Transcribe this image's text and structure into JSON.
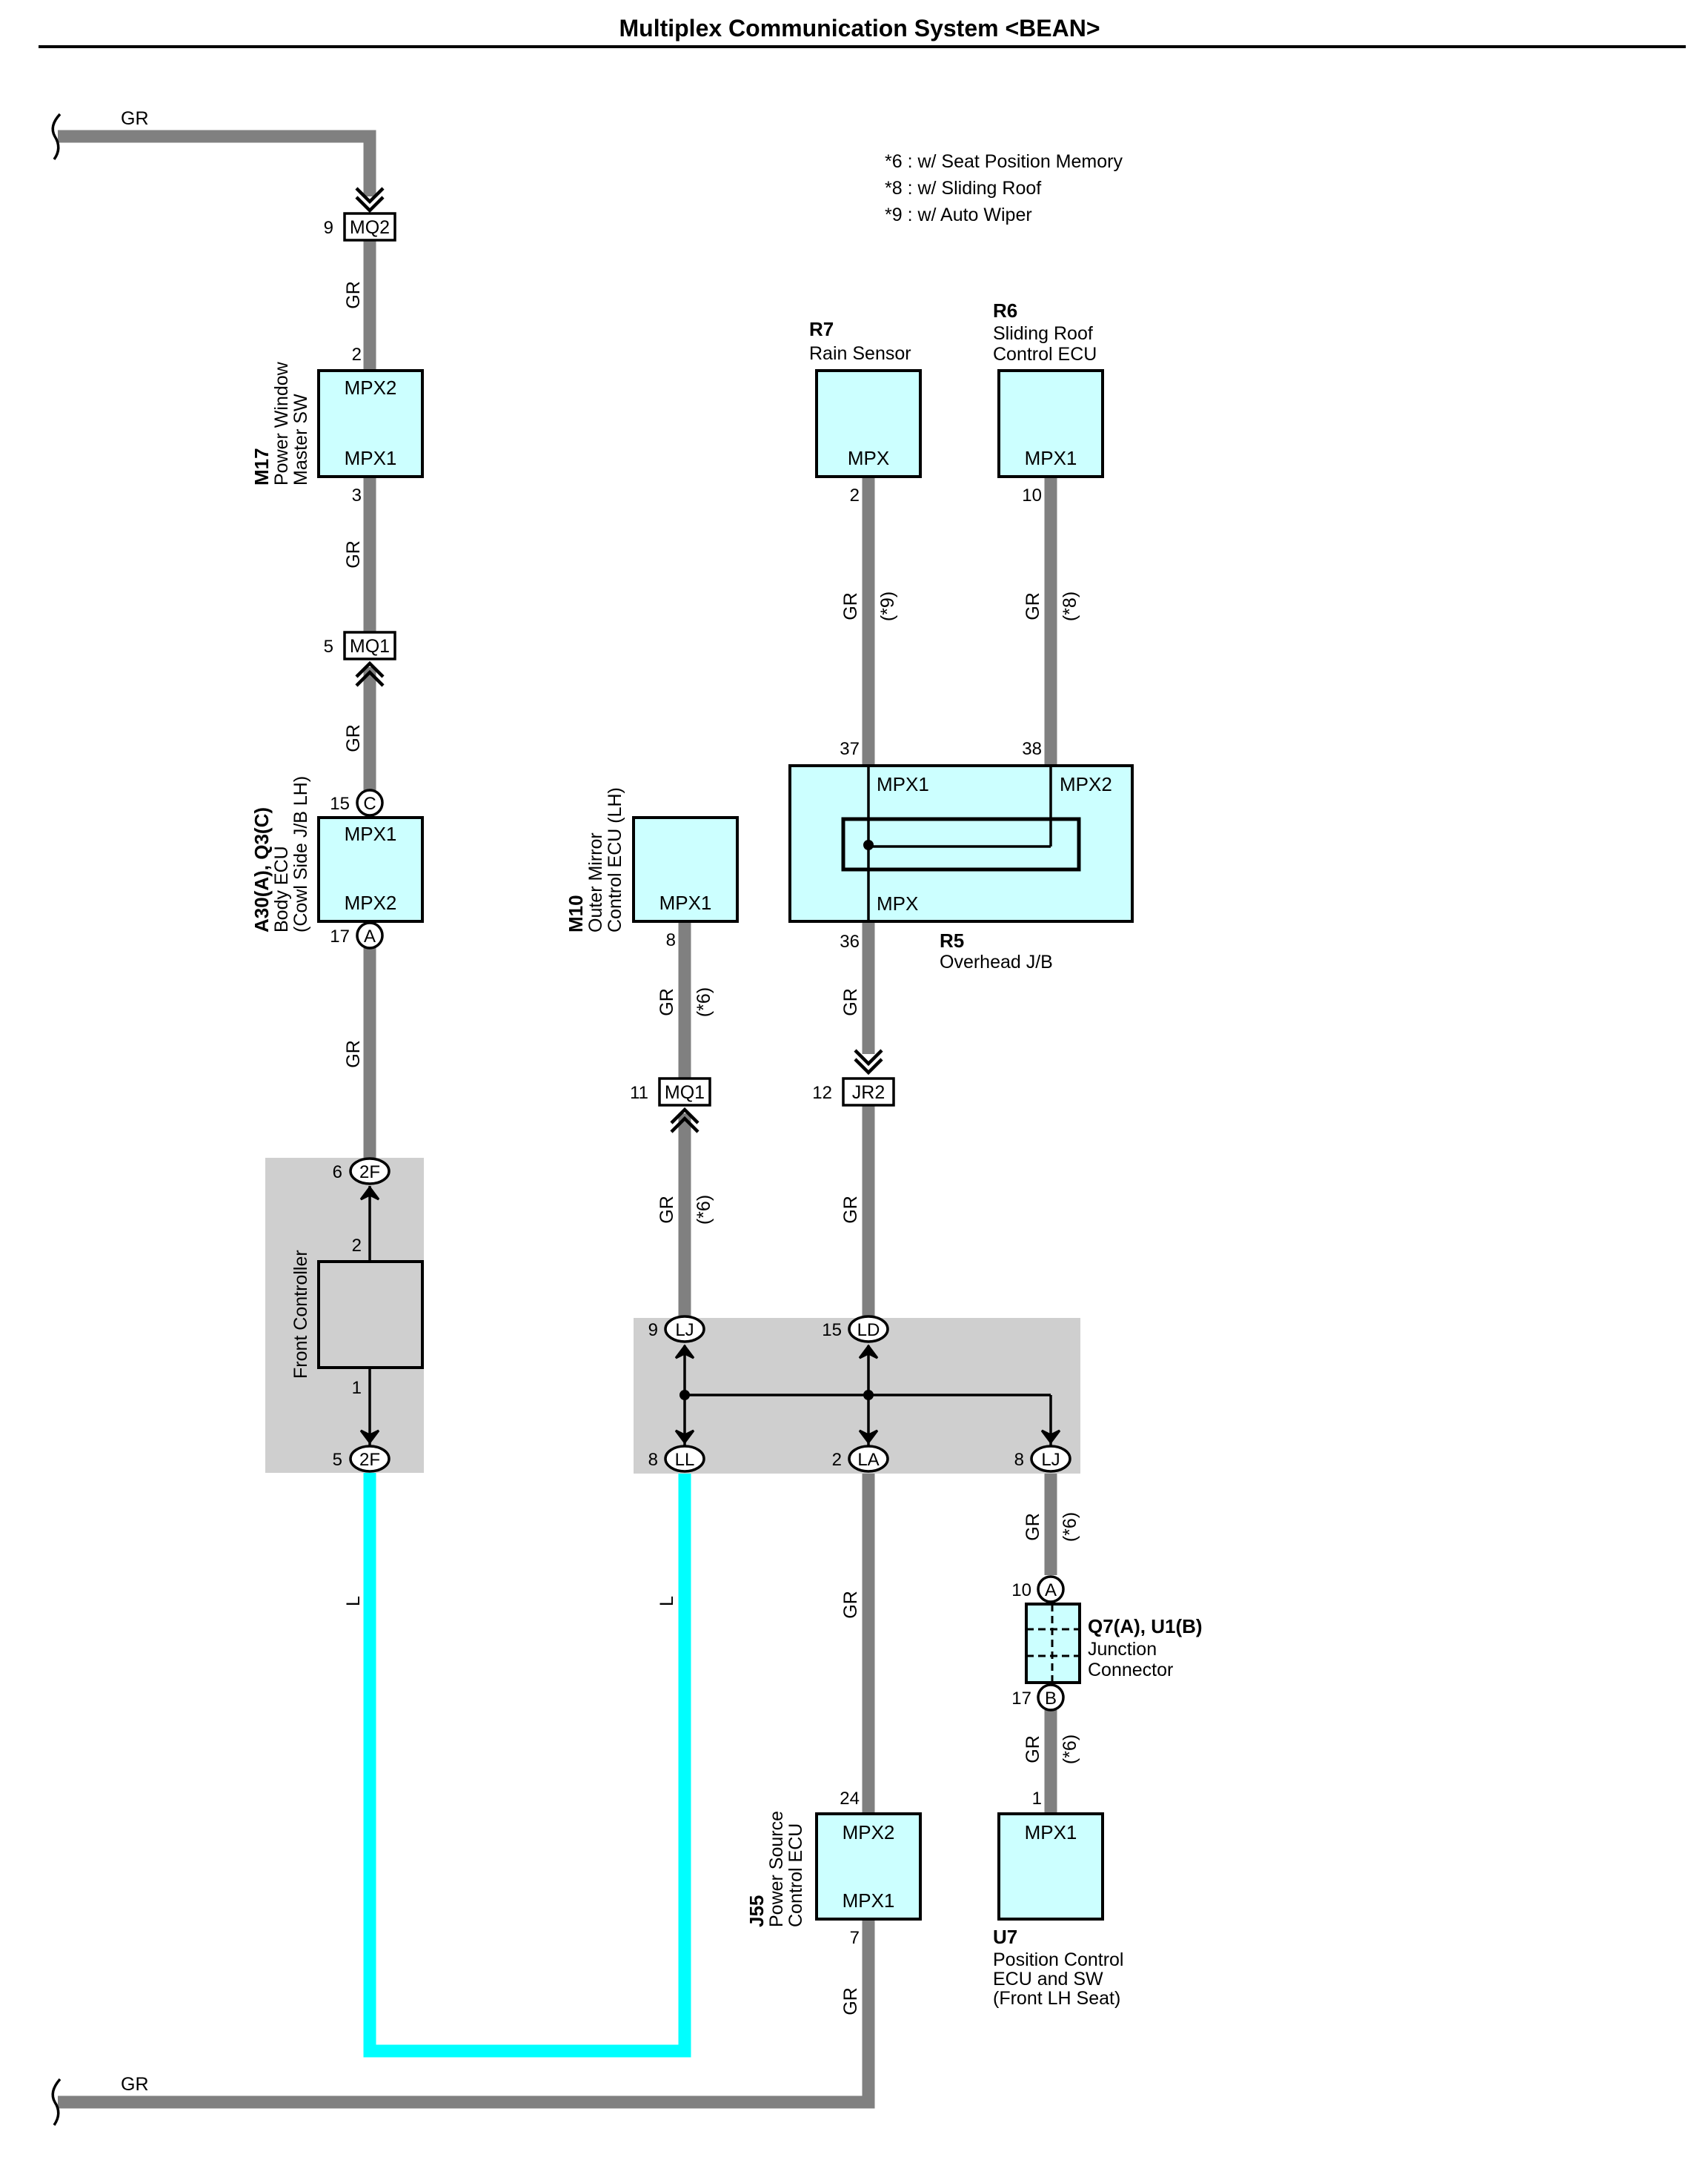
{
  "title": "Multiplex Communication System <BEAN>",
  "notes": [
    "*6 : w/ Seat Position Memory",
    "*8 : w/ Sliding Roof",
    "*9 : w/ Auto Wiper"
  ],
  "colors": {
    "gr_wire": "#808080",
    "l_wire": "#00ffff",
    "ecu_fill": "#ccffff",
    "controller_fill": "#cfcfcf"
  },
  "wire_label_gr": "GR",
  "wire_label_l": "L",
  "opt6": "(*6)",
  "opt8": "(*8)",
  "opt9": "(*9)",
  "components": {
    "m17": {
      "code": "M17",
      "name_1": "Power Window",
      "name_2": "Master SW",
      "pin_top": "2",
      "pin_bottom": "3",
      "port_top": "MPX2",
      "port_bottom": "MPX1"
    },
    "body_ecu": {
      "code": "A30(A), Q3(C)",
      "name_1": "Body ECU",
      "name_2": "(Cowl Side J/B LH)",
      "pin_top": "15",
      "pin_bottom": "17",
      "conn_top": "C",
      "conn_bottom": "A",
      "port_top": "MPX1",
      "port_bottom": "MPX2"
    },
    "front_ctrl": {
      "name": "Front Controller",
      "pin_top": "6",
      "pin_bottom": "5",
      "conn": "2F",
      "inner_top": "2",
      "inner_bottom": "1"
    },
    "m10": {
      "code": "M10",
      "name_1": "Outer Mirror",
      "name_2": "Control ECU (LH)",
      "pin": "8",
      "port": "MPX1"
    },
    "r7": {
      "code": "R7",
      "name": "Rain Sensor",
      "pin": "2",
      "port": "MPX"
    },
    "r6": {
      "code": "R6",
      "name_1": "Sliding Roof",
      "name_2": "Control ECU",
      "pin": "10",
      "port": "MPX1"
    },
    "r5": {
      "code": "R5",
      "name": "Overhead J/B",
      "pin_1": "37",
      "pin_2": "38",
      "pin_3": "36",
      "port_1": "MPX1",
      "port_2": "MPX2",
      "port_3": "MPX"
    },
    "j55": {
      "code": "J55",
      "name_1": "Power Source",
      "name_2": "Control ECU",
      "pin_top": "24",
      "pin_bottom": "7",
      "port_top": "MPX2",
      "port_bottom": "MPX1"
    },
    "u7": {
      "code": "U7",
      "name_1": "Position Control",
      "name_2": "ECU and SW",
      "name_3": "(Front LH Seat)",
      "pin": "1",
      "port": "MPX1"
    },
    "jconn": {
      "code": "Q7(A), U1(B)",
      "name_1": "Junction",
      "name_2": "Connector",
      "pin_top": "10",
      "pin_bottom": "17",
      "conn_top": "A",
      "conn_bottom": "B"
    }
  },
  "connectors": {
    "mq2": {
      "label": "MQ2",
      "pin": "9"
    },
    "mq1_left": {
      "label": "MQ1",
      "pin": "5"
    },
    "mq1_mid": {
      "label": "MQ1",
      "pin": "11"
    },
    "jr2": {
      "label": "JR2",
      "pin": "12"
    },
    "lj_top": {
      "label": "LJ",
      "pin": "9"
    },
    "ld": {
      "label": "LD",
      "pin": "15"
    },
    "ll": {
      "label": "LL",
      "pin": "8"
    },
    "la": {
      "label": "LA",
      "pin": "2"
    },
    "lj_bottom": {
      "label": "LJ",
      "pin": "8"
    }
  }
}
